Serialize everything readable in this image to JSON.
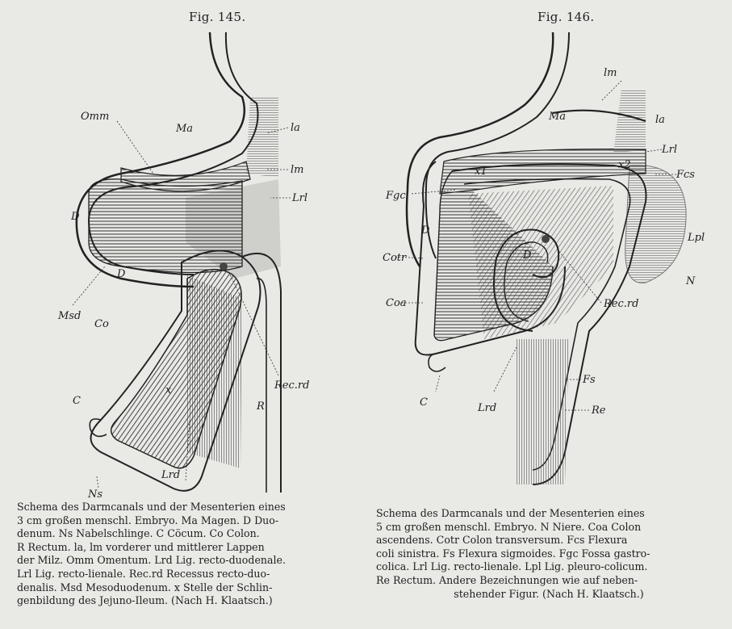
{
  "figures": [
    {
      "title": "Fig. 145.",
      "labels": {
        "omm": "Omm",
        "ma": "Ma",
        "la": "la",
        "lm": "lm",
        "lrl": "Lrl",
        "d_upper": "D",
        "d_lower": "D",
        "msd": "Msd",
        "co": "Co",
        "c": "C",
        "x": "x",
        "rec_rd": "Rec.rd",
        "r": "R",
        "lrd": "Lrd",
        "ns": "Ns"
      },
      "caption_lines": [
        "Schema des Darmcanals und der Mesenterien eines",
        "3 cm großen menschl. Embryo. Ma Magen. D Duo-",
        "denum. Ns Nabelschlinge. C Cöcum. Co Colon.",
        "R Rectum. la, lm vorderer und mittlerer Lappen",
        "der Milz. Omm Omentum. Lrd Lig. recto-duodenale.",
        "Lrl Lig. recto-lienale. Rec.rd Recessus recto-duo-",
        "denalis. Msd Mesoduodenum. x Stelle der Schlin-",
        "genbildung des Jejuno-Ileum. (Nach H. Klaatsch.)"
      ]
    },
    {
      "title": "Fig. 146.",
      "labels": {
        "lm": "lm",
        "ma": "Ma",
        "la": "la",
        "lrl": "Lrl",
        "fcs": "Fcs",
        "fgc": "Fgc",
        "x1": "x1",
        "x2": "x2",
        "d_left": "D",
        "d_inner": "D",
        "lpl": "Lpl",
        "cotr": "Cotr",
        "n": "N",
        "coa": "Coa",
        "rec_rd": "Rec.rd",
        "fs": "Fs",
        "c": "C",
        "lrd": "Lrd",
        "re": "Re"
      },
      "caption_lines": [
        "Schema des Darmcanals und der Mesenterien eines",
        "5 cm großen menschl. Embryo. N Niere. Coa Colon",
        "ascendens. Cotr Colon transversum. Fcs Flexura",
        "coli sinistra. Fs Flexura sigmoides. Fgc Fossa gastro-",
        "colica. Lrl Lig. recto-lienale. Lpl Lig. pleuro-colicum.",
        "Re Rectum. Andere Bezeichnungen wie auf neben-",
        "stehender Figur. (Nach H. Klaatsch.)"
      ]
    }
  ]
}
